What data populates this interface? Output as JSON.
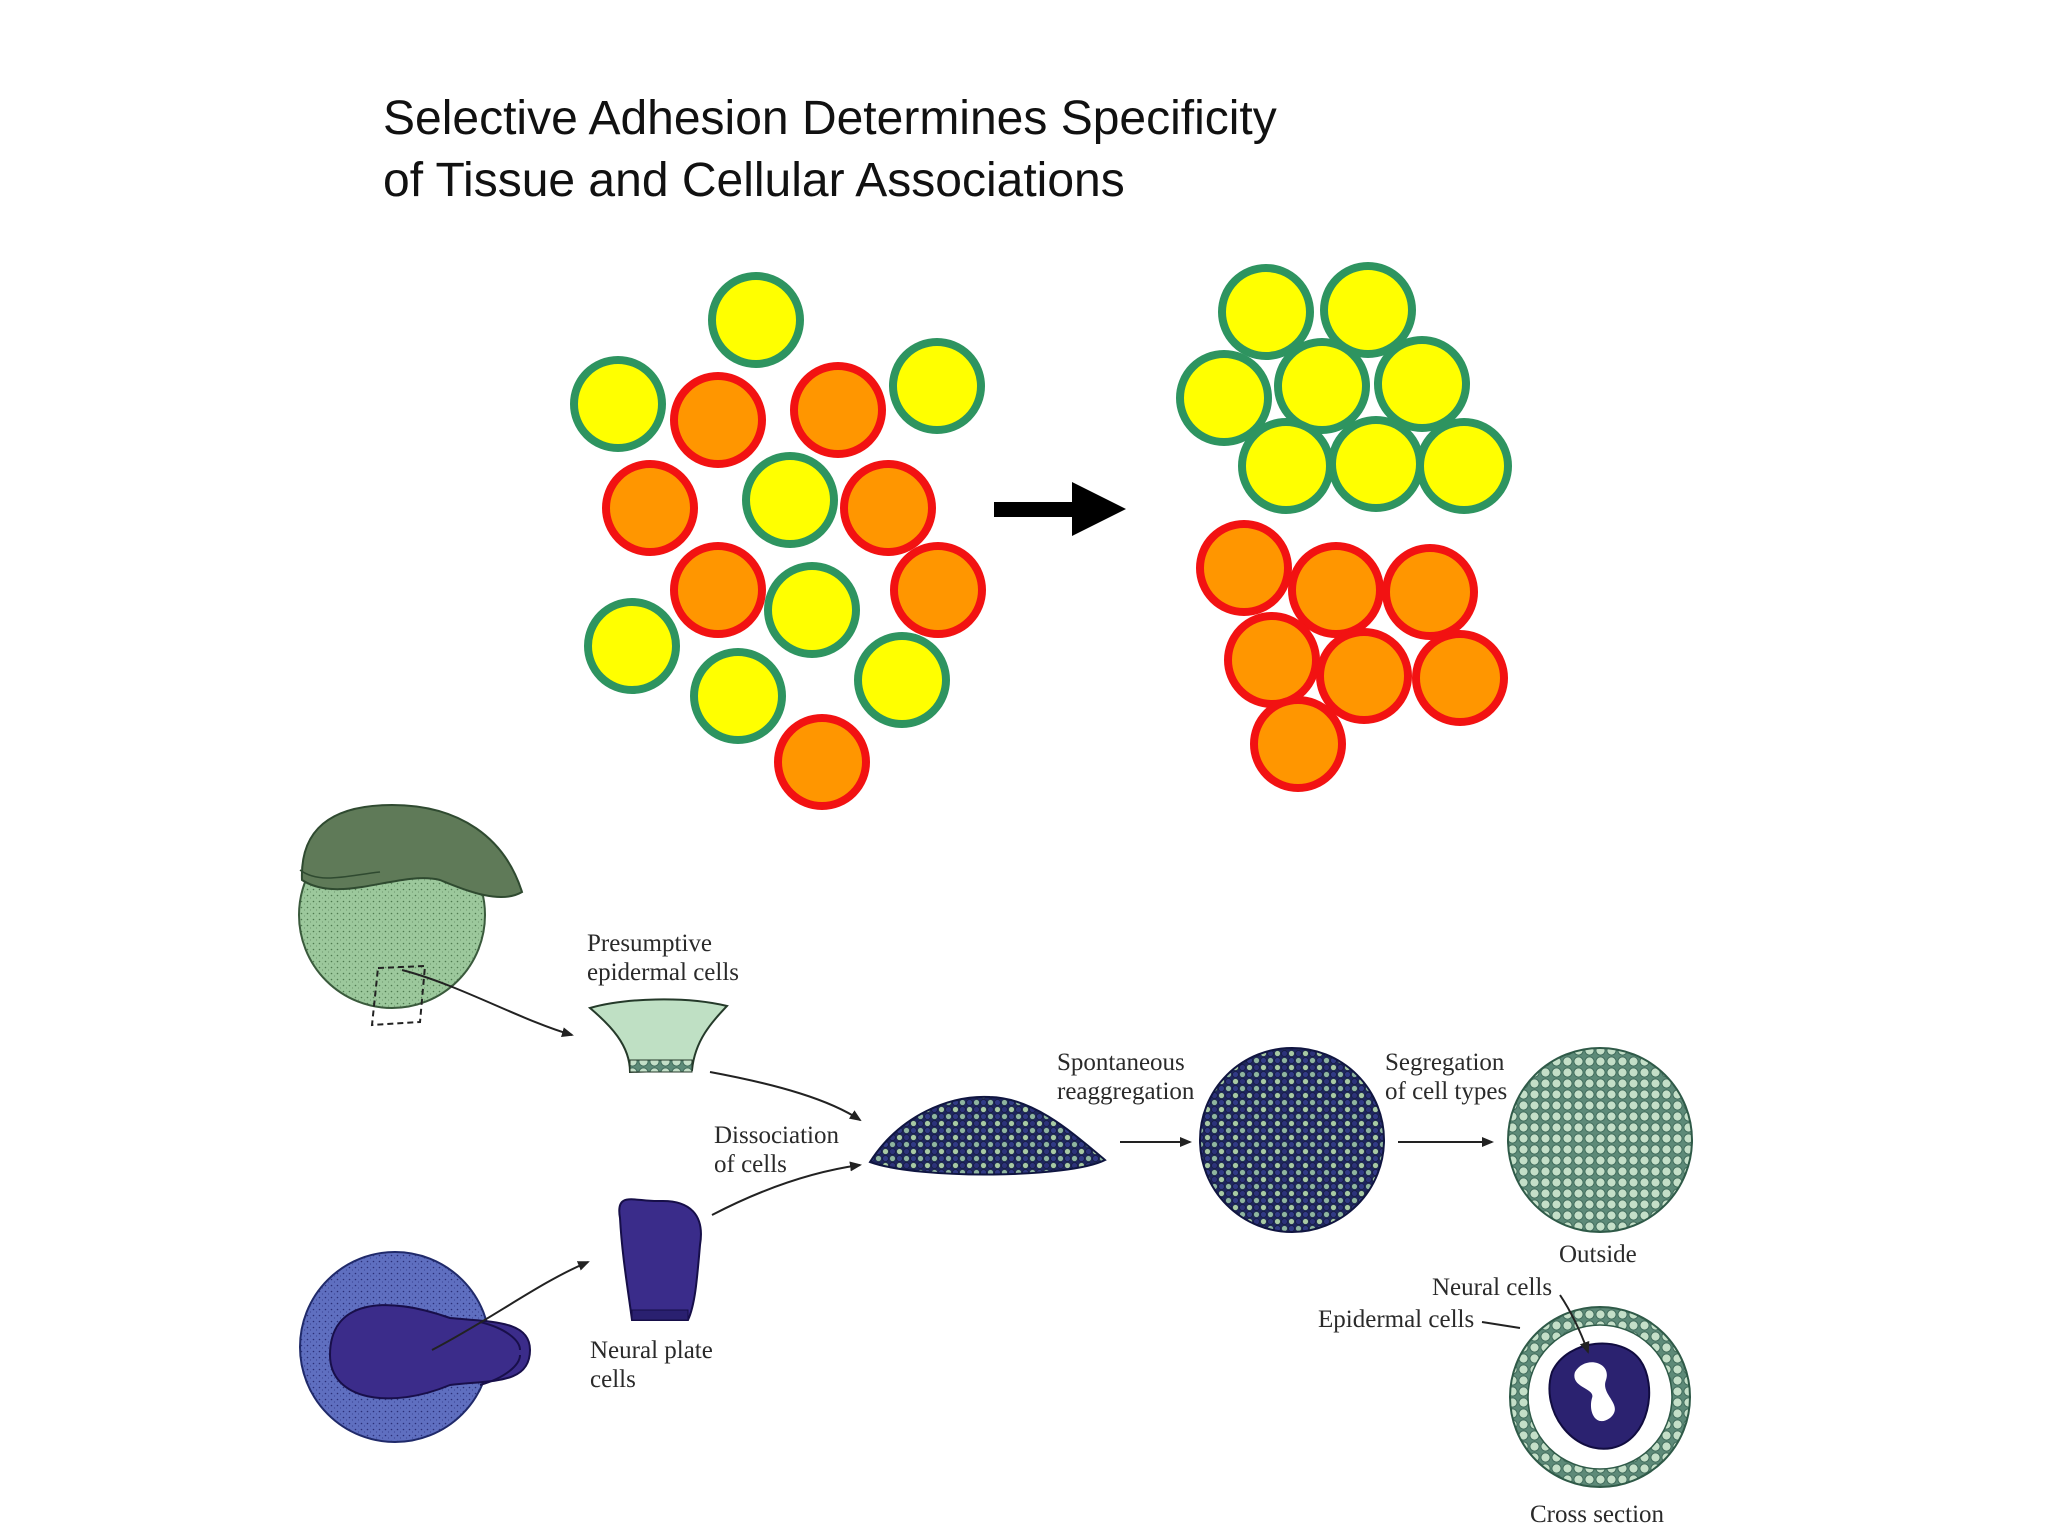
{
  "title": {
    "line1": "Selective Adhesion Determines Specificity",
    "line2": "of Tissue and Cellular Associations"
  },
  "colors": {
    "yellow_cell_fill": "#ffff00",
    "yellow_cell_stroke": "#2e9460",
    "orange_cell_fill": "#ff9600",
    "orange_cell_stroke": "#f21212",
    "arrow": "#000000",
    "epidermal_tissue": "#8fbf8f",
    "neural_tissue": "#3a2f86"
  },
  "labels": {
    "presumptive_epidermal": [
      "Presumptive",
      "epidermal cells"
    ],
    "dissociation": [
      "Dissociation",
      "of cells"
    ],
    "neural_plate": [
      "Neural plate",
      "cells"
    ],
    "spontaneous": [
      "Spontaneous",
      "reaggregation"
    ],
    "segregation": [
      "Segregation",
      "of cell types"
    ],
    "outside": "Outside",
    "neural_cells": "Neural cells",
    "epidermal_cells": "Epidermal cells",
    "cross_section": "Cross section"
  }
}
